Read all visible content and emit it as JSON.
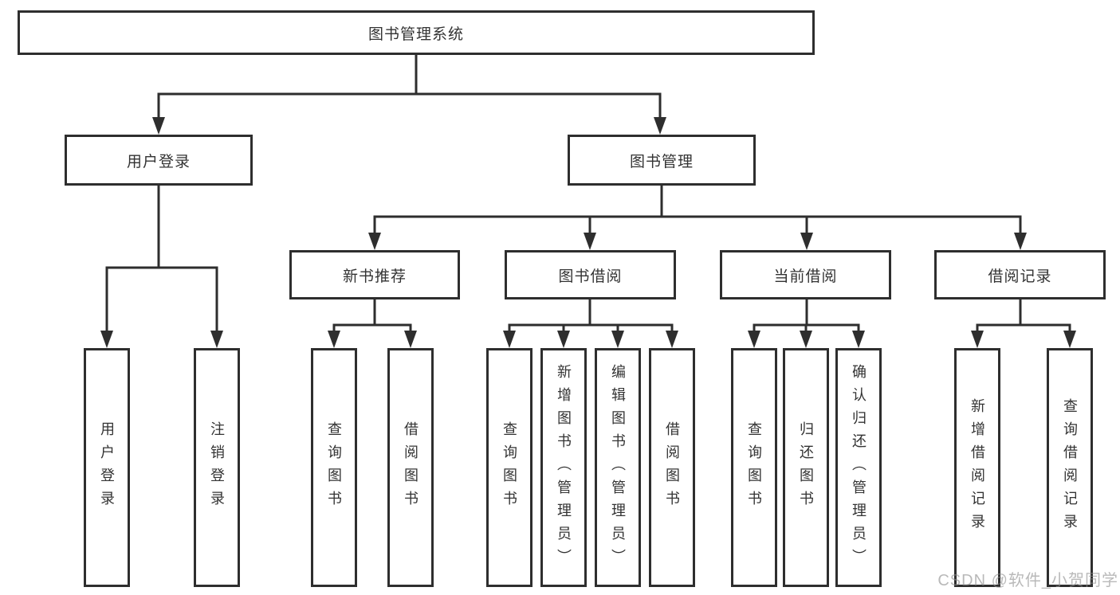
{
  "diagram": {
    "title_node": {
      "label": "图书管理系统"
    },
    "level2": [
      {
        "label": "用户登录"
      },
      {
        "label": "图书管理"
      }
    ],
    "level3": [
      {
        "label": "新书推荐"
      },
      {
        "label": "图书借阅"
      },
      {
        "label": "当前借阅"
      },
      {
        "label": "借阅记录"
      }
    ],
    "leaves": [
      {
        "parent": "用户登录",
        "label": "用户登录"
      },
      {
        "parent": "用户登录",
        "label": "注销登录"
      },
      {
        "parent": "新书推荐",
        "label": "查询图书"
      },
      {
        "parent": "新书推荐",
        "label": "借阅图书"
      },
      {
        "parent": "图书借阅",
        "label": "查询图书"
      },
      {
        "parent": "图书借阅",
        "label": "新增图书（管理员）"
      },
      {
        "parent": "图书借阅",
        "label": "编辑图书（管理员）"
      },
      {
        "parent": "图书借阅",
        "label": "借阅图书"
      },
      {
        "parent": "当前借阅",
        "label": "查询图书"
      },
      {
        "parent": "当前借阅",
        "label": "归还图书"
      },
      {
        "parent": "当前借阅",
        "label": "确认归还（管理员）"
      },
      {
        "parent": "借阅记录",
        "label": "新增借阅记录"
      },
      {
        "parent": "借阅记录",
        "label": "查询借阅记录"
      }
    ],
    "watermark": "CSDN @软件_小贺同学",
    "colors": {
      "line": "#2e2e2e",
      "text": "#333333",
      "background": "#ffffff",
      "watermark_gray": "#8f8f8f"
    }
  }
}
